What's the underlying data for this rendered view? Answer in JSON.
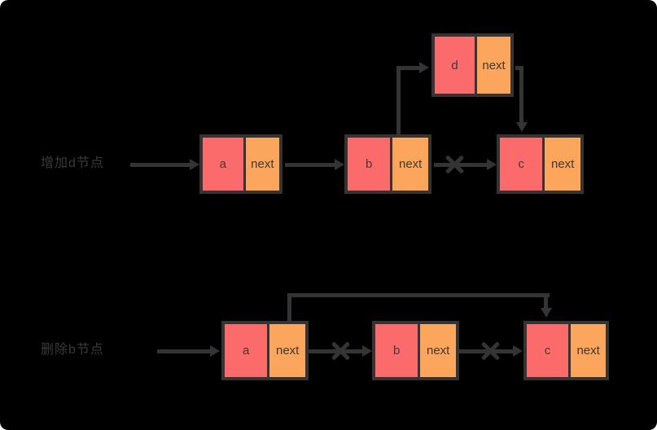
{
  "colors": {
    "bg": "#000000",
    "red": "#fc6b6b",
    "orange": "#fba65c",
    "line": "#343434",
    "node_text": "#3f3933",
    "label_text": "#3a3a3a"
  },
  "rows": [
    {
      "caption": "增加d节点",
      "nodes": [
        {
          "label": "a",
          "next_label": "next"
        },
        {
          "label": "b",
          "next_label": "next"
        },
        {
          "label": "c",
          "next_label": "next"
        },
        {
          "label": "d",
          "next_label": "next"
        }
      ]
    },
    {
      "caption": "删除b节点",
      "nodes": [
        {
          "label": "a",
          "next_label": "next"
        },
        {
          "label": "b",
          "next_label": "next"
        },
        {
          "label": "c",
          "next_label": "next"
        }
      ]
    }
  ]
}
